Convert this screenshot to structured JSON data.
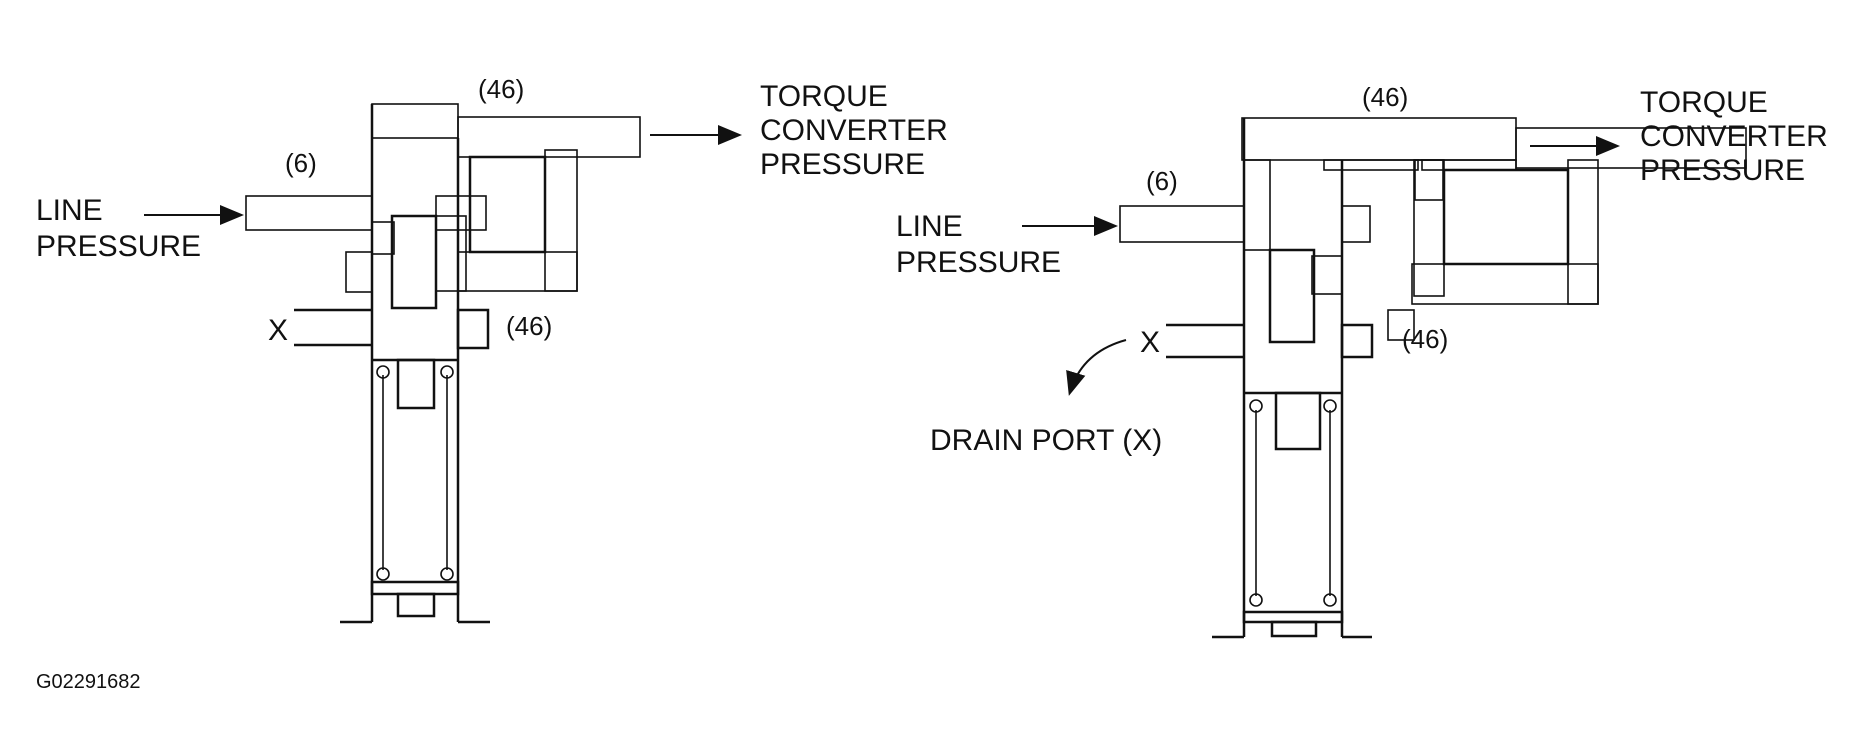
{
  "figure_id": "G02291682",
  "colors": {
    "ink": "#111111",
    "background": "#ffffff",
    "line_pressure_fill": "#8a8a8a",
    "tcc_fill": "#ffffff"
  },
  "left_view": {
    "torque_converter_label": [
      "TORQUE",
      "CONVERTER",
      "PRESSURE"
    ],
    "line_pressure_label": [
      "LINE",
      "PRESSURE"
    ],
    "ref_top": "(46)",
    "ref_side": "(46)",
    "ref_line": "(6)",
    "drain_mark": "X"
  },
  "right_view": {
    "torque_converter_label": [
      "TORQUE",
      "CONVERTER",
      "PRESSURE"
    ],
    "line_pressure_label": [
      "LINE",
      "PRESSURE"
    ],
    "ref_top": "(46)",
    "ref_side": "(46)",
    "ref_line": "(6)",
    "drain_mark": "X",
    "drain_label": "DRAIN PORT (X)"
  }
}
